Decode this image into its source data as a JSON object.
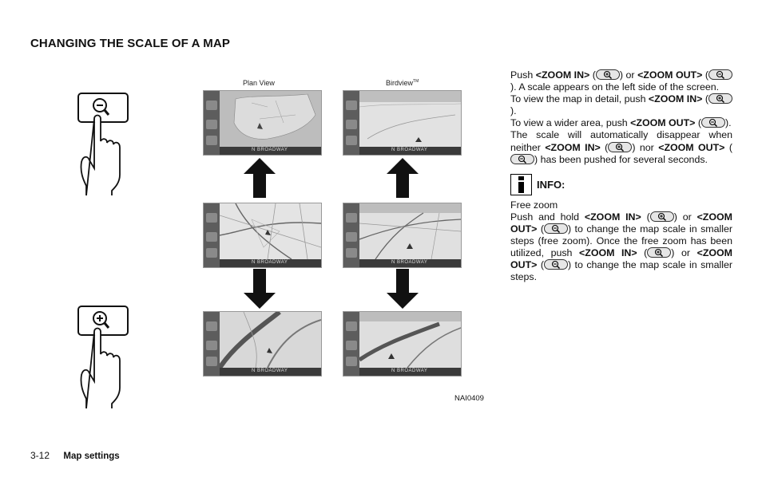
{
  "section_title": "CHANGING THE SCALE OF A MAP",
  "paragraphs": {
    "p1": {
      "push": "Push",
      "zoom_in": "<ZOOM IN>",
      "or": "or",
      "zoom_out": "<ZOOM OUT>",
      "tail": ". A scale appears on the left side of the screen."
    },
    "p2": {
      "lead": "To view the map in detail, push",
      "key": "<ZOOM IN>"
    },
    "p3": {
      "lead": "To view a wider area, push",
      "key": "<ZOOM OUT>"
    },
    "p4": {
      "lead": "The scale will automatically disappear when neither",
      "key1": "<ZOOM IN>",
      "nor": "nor",
      "key2": "<ZOOM OUT>",
      "tail": "has been pushed for several seconds."
    }
  },
  "info": {
    "label": "INFO:",
    "subtitle": "Free zoom",
    "text1": "Push and hold",
    "zoom_in": "<ZOOM IN>",
    "or": "or",
    "zoom_out": "<ZOOM OUT>",
    "text2": "to change the map scale in smaller steps (free zoom). Once the free zoom has been utilized, push",
    "zoom_in_2": "<ZOOM IN>",
    "or_2": "or",
    "zoom_out_2": "<ZOOM OUT>",
    "text3": "to change the map scale in smaller steps."
  },
  "figure": {
    "plan_view_label": "Plan View",
    "birdview_label": "Birdview",
    "birdview_tm": "TM",
    "street_label": "N BROADWAY",
    "code": "NAI0409"
  },
  "footer": {
    "page": "3-12",
    "title": "Map settings"
  },
  "icons": {
    "zoom_in": "zoom-in-icon",
    "zoom_out": "zoom-out-icon",
    "hand": "pointing-hand-icon",
    "info": "info-icon"
  }
}
